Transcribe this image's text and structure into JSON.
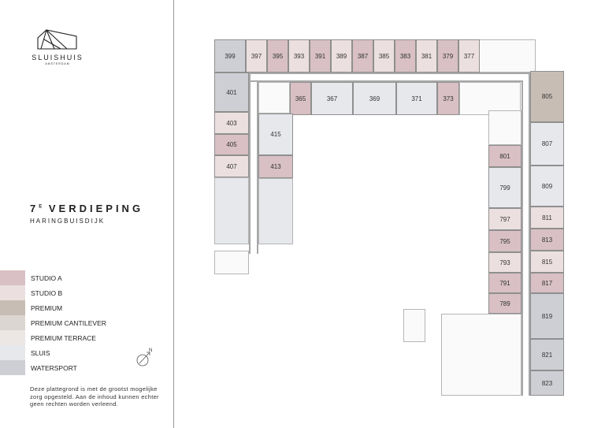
{
  "brand": {
    "name": "SLUISHUIS",
    "city": "AMSTERDAM"
  },
  "floor": {
    "number": "7",
    "suffix": "E",
    "title": "VERDIEPING",
    "subtitle": "HARINGBUISDIJK"
  },
  "legend": [
    {
      "label": "STUDIO A",
      "color": "#d8c0c4",
      "key": "A"
    },
    {
      "label": "STUDIO B",
      "color": "#ecdfe0",
      "key": "B"
    },
    {
      "label": "PREMIUM",
      "color": "#c8bdb4",
      "key": "P"
    },
    {
      "label": "PREMIUM CANTILEVER",
      "color": "#dbd6d1",
      "key": "PC"
    },
    {
      "label": "PREMIUM TERRACE",
      "color": "#ece7e4",
      "key": "PT"
    },
    {
      "label": "SLUIS",
      "color": "#e6e8ec",
      "key": "S"
    },
    {
      "label": "WATERSPORT",
      "color": "#cdcfd4",
      "key": "W"
    }
  ],
  "compass": {
    "label": "N",
    "icon": "north-arrow-icon"
  },
  "disclaimer": "Deze plattegrond is met de grootst mogelijke zorg opgesteld. Aan de inhoud kunnen echter geen rechten worden verleend.",
  "rooms": [
    {
      "number": "399",
      "type": "W"
    },
    {
      "number": "397",
      "type": "B"
    },
    {
      "number": "395",
      "type": "A"
    },
    {
      "number": "393",
      "type": "B"
    },
    {
      "number": "391",
      "type": "A"
    },
    {
      "number": "389",
      "type": "B"
    },
    {
      "number": "387",
      "type": "A"
    },
    {
      "number": "385",
      "type": "B"
    },
    {
      "number": "383",
      "type": "A"
    },
    {
      "number": "381",
      "type": "B"
    },
    {
      "number": "379",
      "type": "A"
    },
    {
      "number": "377",
      "type": "B"
    },
    {
      "number": "365",
      "type": "A"
    },
    {
      "number": "367",
      "type": "S"
    },
    {
      "number": "369",
      "type": "S"
    },
    {
      "number": "371",
      "type": "S"
    },
    {
      "number": "373",
      "type": "A"
    },
    {
      "number": "401",
      "type": "W"
    },
    {
      "number": "403",
      "type": "B"
    },
    {
      "number": "405",
      "type": "A"
    },
    {
      "number": "407",
      "type": "B"
    },
    {
      "number": "415",
      "type": "S"
    },
    {
      "number": "413",
      "type": "A"
    },
    {
      "number": "801",
      "type": "A"
    },
    {
      "number": "799",
      "type": "S"
    },
    {
      "number": "797",
      "type": "B"
    },
    {
      "number": "795",
      "type": "A"
    },
    {
      "number": "793",
      "type": "B"
    },
    {
      "number": "791",
      "type": "A"
    },
    {
      "number": "789",
      "type": "A"
    },
    {
      "number": "805",
      "type": "P"
    },
    {
      "number": "807",
      "type": "S"
    },
    {
      "number": "809",
      "type": "S"
    },
    {
      "number": "811",
      "type": "B"
    },
    {
      "number": "813",
      "type": "A"
    },
    {
      "number": "815",
      "type": "B"
    },
    {
      "number": "817",
      "type": "A"
    },
    {
      "number": "819",
      "type": "W"
    },
    {
      "number": "821",
      "type": "W"
    },
    {
      "number": "823",
      "type": "W"
    }
  ]
}
